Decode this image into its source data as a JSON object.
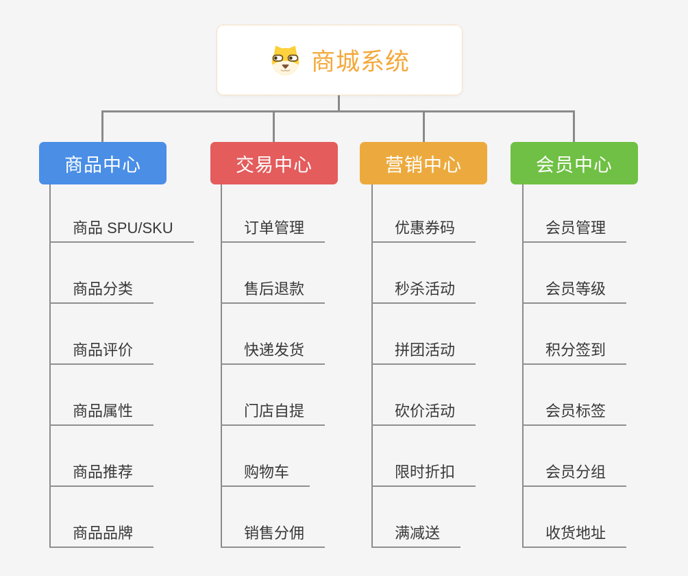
{
  "root": {
    "title": "商城系统",
    "icon": "dog-icon"
  },
  "colors": {
    "background": "#f5f5f6",
    "connector": "#8a8a8a",
    "root_text": "#f3a93c",
    "root_border": "#f1c07e",
    "item_text": "#383838"
  },
  "branches": [
    {
      "label": "商品中心",
      "color": "#4a8ee6",
      "items": [
        "商品 SPU/SKU",
        "商品分类",
        "商品评价",
        "商品属性",
        "商品推荐",
        "商品品牌"
      ]
    },
    {
      "label": "交易中心",
      "color": "#e45c5c",
      "items": [
        "订单管理",
        "售后退款",
        "快递发货",
        "门店自提",
        "购物车",
        "销售分佣"
      ]
    },
    {
      "label": "营销中心",
      "color": "#ecaa3e",
      "items": [
        "优惠券码",
        "秒杀活动",
        "拼团活动",
        "砍价活动",
        "限时折扣",
        "满减送"
      ]
    },
    {
      "label": "会员中心",
      "color": "#6fc044",
      "items": [
        "会员管理",
        "会员等级",
        "积分签到",
        "会员标签",
        "会员分组",
        "收货地址"
      ]
    }
  ]
}
